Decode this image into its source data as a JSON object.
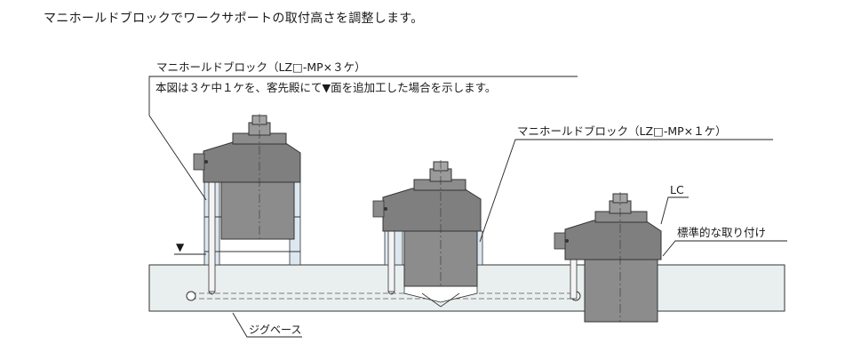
{
  "caption": "マニホールドブロックでワークサポートの取付高さを調整します。",
  "labels": {
    "manifold_x3": "マニホールドブロック（LZ□-MP×３ケ）",
    "note_x3": "本図は３ケ中１ケを、客先殿にて▼面を追加工した場合を示します。",
    "manifold_x1": "マニホールドブロック（LZ□-MP×１ケ）",
    "lc": "LC",
    "standard_mount": "標準的な取り付け",
    "jig_base": "ジグベース",
    "marker": "▼"
  },
  "colors": {
    "body_fill": "#8c8c8c",
    "body_dark": "#7a7a7a",
    "base_fill": "#e6eeee",
    "manifold_fill": "#dde7ef",
    "line": "#222222"
  }
}
